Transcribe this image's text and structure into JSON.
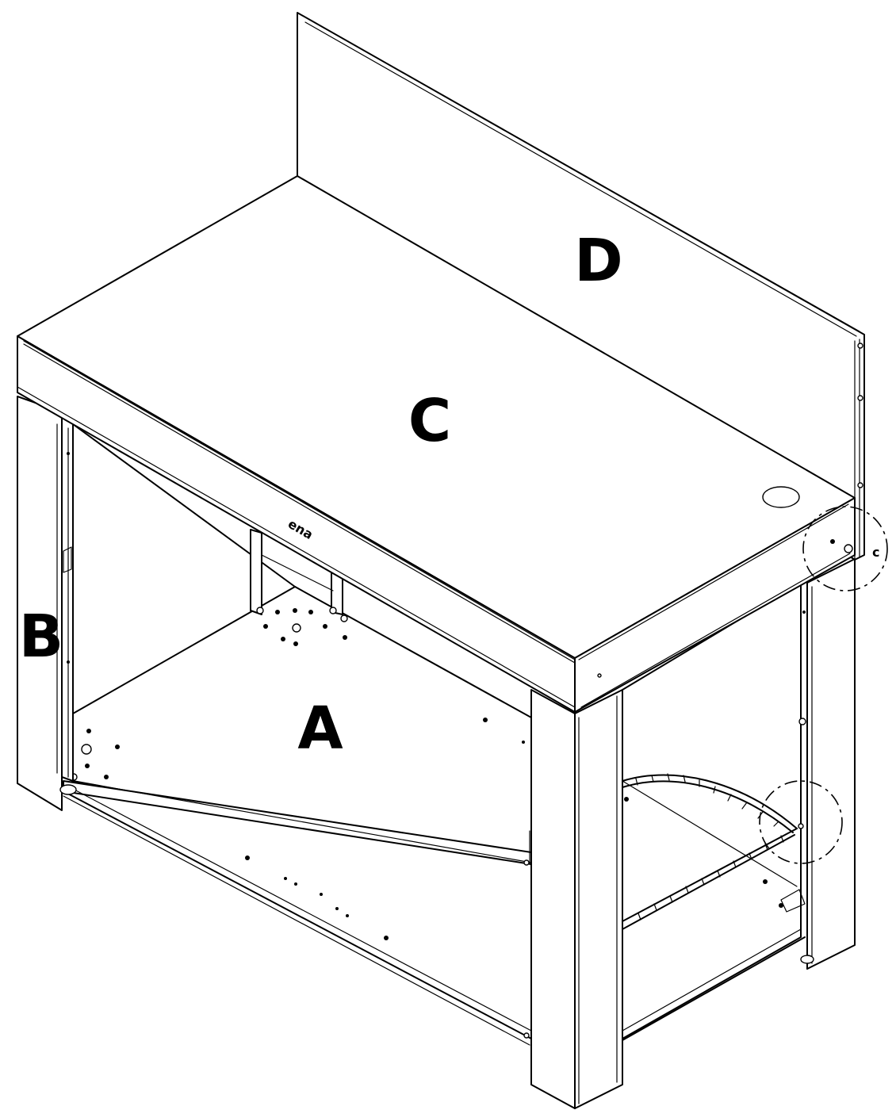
{
  "parts": {
    "a": "A",
    "b": "B",
    "c": "C",
    "d": "D"
  },
  "logo": "ena",
  "callouts": [
    {
      "name": "top-right-corner-detail"
    },
    {
      "name": "cable-chain-end-detail"
    }
  ],
  "colors": {
    "ink": "#000000",
    "paper": "#ffffff"
  }
}
